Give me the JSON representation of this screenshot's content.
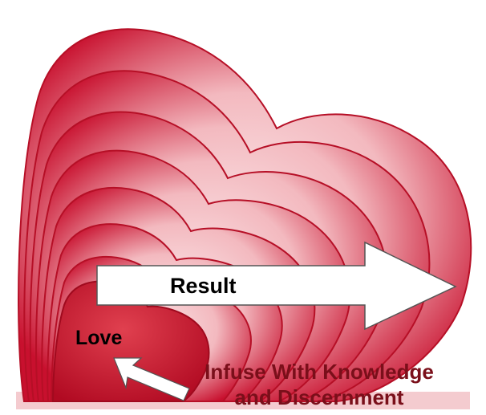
{
  "diagram": {
    "result_label": "Result",
    "love_label": "Love",
    "infuse_line_1": "Infuse With Knowledge",
    "infuse_line_2": "and Discernment",
    "colors": {
      "heart_red": "#c8102e",
      "heart_pink": "#f7d3d6",
      "arrow_fill": "#ffffff",
      "arrow_stroke": "#444444",
      "text_dark": "#000000",
      "text_red": "#7a0f1a"
    }
  }
}
